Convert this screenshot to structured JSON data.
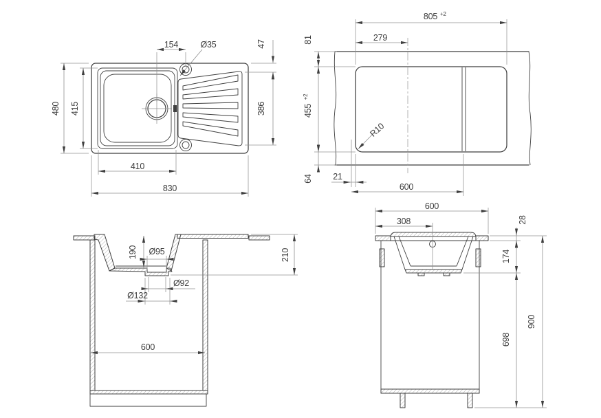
{
  "drawing": {
    "background": "#ffffff",
    "object_line_color": "#3f3f3f",
    "dimension_line_color": "#8f8f8f",
    "views": {
      "plan": {
        "dims": {
          "drain_offset": "154",
          "tap_hole_dia": "Ø35",
          "rim_margin": "47",
          "height": "480",
          "basin_inner_height": "415",
          "drainboard_height": "386",
          "basin_width": "410",
          "width": "830"
        }
      },
      "cutout": {
        "dims": {
          "width": "805",
          "width_tol": "+2",
          "center_offset": "279",
          "top_margin": "81",
          "height": "455",
          "height_tol": "+2",
          "corner_radius": "R10",
          "bottom_margin": "64",
          "side_offset": "21",
          "cabinet_width": "600"
        }
      },
      "front_section": {
        "dims": {
          "bowl_depth": "190",
          "drain_top_dia": "Ø95",
          "overall_depth": "210",
          "drain_mid_dia": "Ø92",
          "drain_bottom_dia": "Ø132",
          "cabinet_width": "600"
        }
      },
      "side_section": {
        "dims": {
          "counter_depth": "600",
          "drain_center_offset": "308",
          "counter_thickness": "28",
          "bowl_outer_depth": "174",
          "under_clearance": "698",
          "worktop_height": "900"
        }
      }
    }
  }
}
